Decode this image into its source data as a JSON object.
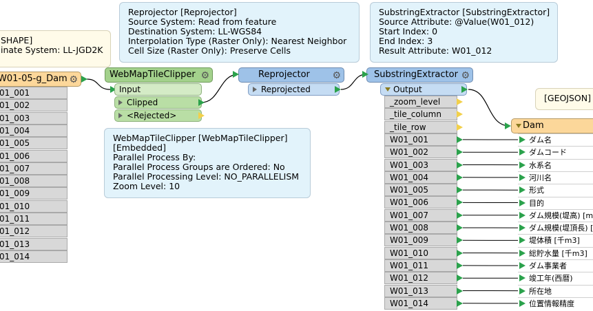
{
  "shape_tooltip": {
    "lines": [
      "SHAPE]",
      "inate System: LL-JGD2K"
    ]
  },
  "reprojector_tooltip": {
    "lines": [
      "Reprojector [Reprojector]",
      "Source System: Read from feature",
      "Destination System: LL-WGS84",
      "Interpolation Type (Raster Only): Nearest Neighbor",
      "Cell Size (Raster Only): Preserve Cells"
    ]
  },
  "substring_tooltip": {
    "lines": [
      "SubstringExtractor [SubstringExtractor]",
      "Source Attribute: @Value(W01_012)",
      "Start Index: 0",
      "End Index: 3",
      "Result Attribute: W01_012"
    ]
  },
  "geojson_tooltip": {
    "lines": [
      "[GEOJSON]"
    ]
  },
  "wmtc_tooltip": {
    "lines": [
      "WebMapTileClipper [WebMapTileClipper]",
      "[Embedded]",
      "Parallel Process By:",
      "Parallel Process Groups are Ordered: No",
      "Parallel Processing Level: NO_PARALLELISM",
      "Zoom Level: 10"
    ]
  },
  "reader": {
    "title": "W01-05-g_Dam",
    "attrs": [
      "01_001",
      "01_002",
      "01_003",
      "01_004",
      "01_005",
      "01_006",
      "01_007",
      "01_008",
      "01_009",
      "01_010",
      "01_011",
      "01_012",
      "01_013",
      "01_014"
    ]
  },
  "wmtc": {
    "title": "WebMapTileClipper",
    "input": "Input",
    "clipped": "Clipped",
    "rejected": "<Rejected>"
  },
  "reprojector": {
    "title": "Reprojector",
    "output": "Reprojected"
  },
  "substring": {
    "title": "SubstringExtractor",
    "output": "Output",
    "attrs": [
      "_zoom_level",
      "_tile_column",
      "_tile_row",
      "W01_001",
      "W01_002",
      "W01_003",
      "W01_004",
      "W01_005",
      "W01_006",
      "W01_007",
      "W01_008",
      "W01_009",
      "W01_010",
      "W01_011",
      "W01_012",
      "W01_013",
      "W01_014"
    ]
  },
  "writer": {
    "title": "Dam",
    "attrs": [
      "ダム名",
      "ダムコード",
      "水系名",
      "河川名",
      "形式",
      "目的",
      "ダム規模(堤高) [m",
      "ダム規模(堤頂長) [",
      "堤体積 [千m3]",
      "総貯水量 [千m3]",
      "ダム事業者",
      "竣工年(西暦)",
      "所在地",
      "位置情報精度"
    ]
  },
  "colors": {
    "reader": "#fcd79a",
    "wmtc": "#a3d18c",
    "reprojector": "#9ec2e8",
    "writer": "#fcd79a",
    "link": "#000000",
    "green_port": "#2ba24c",
    "yellow_port": "#f2d04b"
  }
}
